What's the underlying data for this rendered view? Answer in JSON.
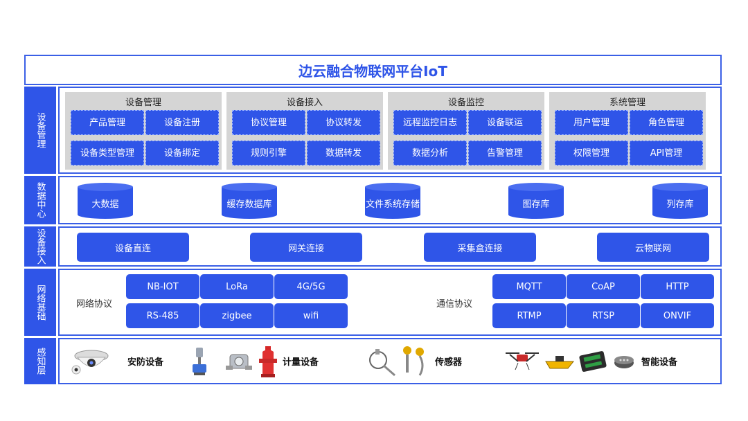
{
  "title": "边云融合物联网平台IoT",
  "layers": {
    "device_mgmt": {
      "side_label": "设备管理",
      "groups": [
        {
          "title": "设备管理",
          "items": [
            "产品管理",
            "设备注册",
            "设备类型管理",
            "设备绑定"
          ]
        },
        {
          "title": "设备接入",
          "items": [
            "协议管理",
            "协议转发",
            "规则引擎",
            "数据转发"
          ]
        },
        {
          "title": "设备监控",
          "items": [
            "远程监控日志",
            "设备联运",
            "数据分析",
            "告警管理"
          ]
        },
        {
          "title": "系统管理",
          "items": [
            "用户管理",
            "角色管理",
            "权限管理",
            "API管理"
          ]
        }
      ]
    },
    "data_center": {
      "side_label": "数据中心",
      "items": [
        "大数据",
        "缓存数据库",
        "文件系统存储",
        "图存库",
        "列存库"
      ]
    },
    "device_access": {
      "side_label": "设备接入",
      "items": [
        "设备直连",
        "网关连接",
        "采集盒连接",
        "云物联网"
      ]
    },
    "network": {
      "side_label": "网络基础",
      "network_label": "网络协议",
      "network_items": [
        "NB-IOT",
        "LoRa",
        "4G/5G",
        "RS-485",
        "zigbee",
        "wifi"
      ],
      "comm_label": "通信协议",
      "comm_items": [
        "MQTT",
        "CoAP",
        "HTTP",
        "RTMP",
        "RTSP",
        "ONVIF"
      ]
    },
    "perception": {
      "side_label": "感知层",
      "categories": [
        "安防设备",
        "计量设备",
        "传感器",
        "智能设备"
      ]
    }
  },
  "colors": {
    "accent": "#2f55e8",
    "border": "#3a5fe6",
    "group_bg": "#d5d5d5"
  }
}
